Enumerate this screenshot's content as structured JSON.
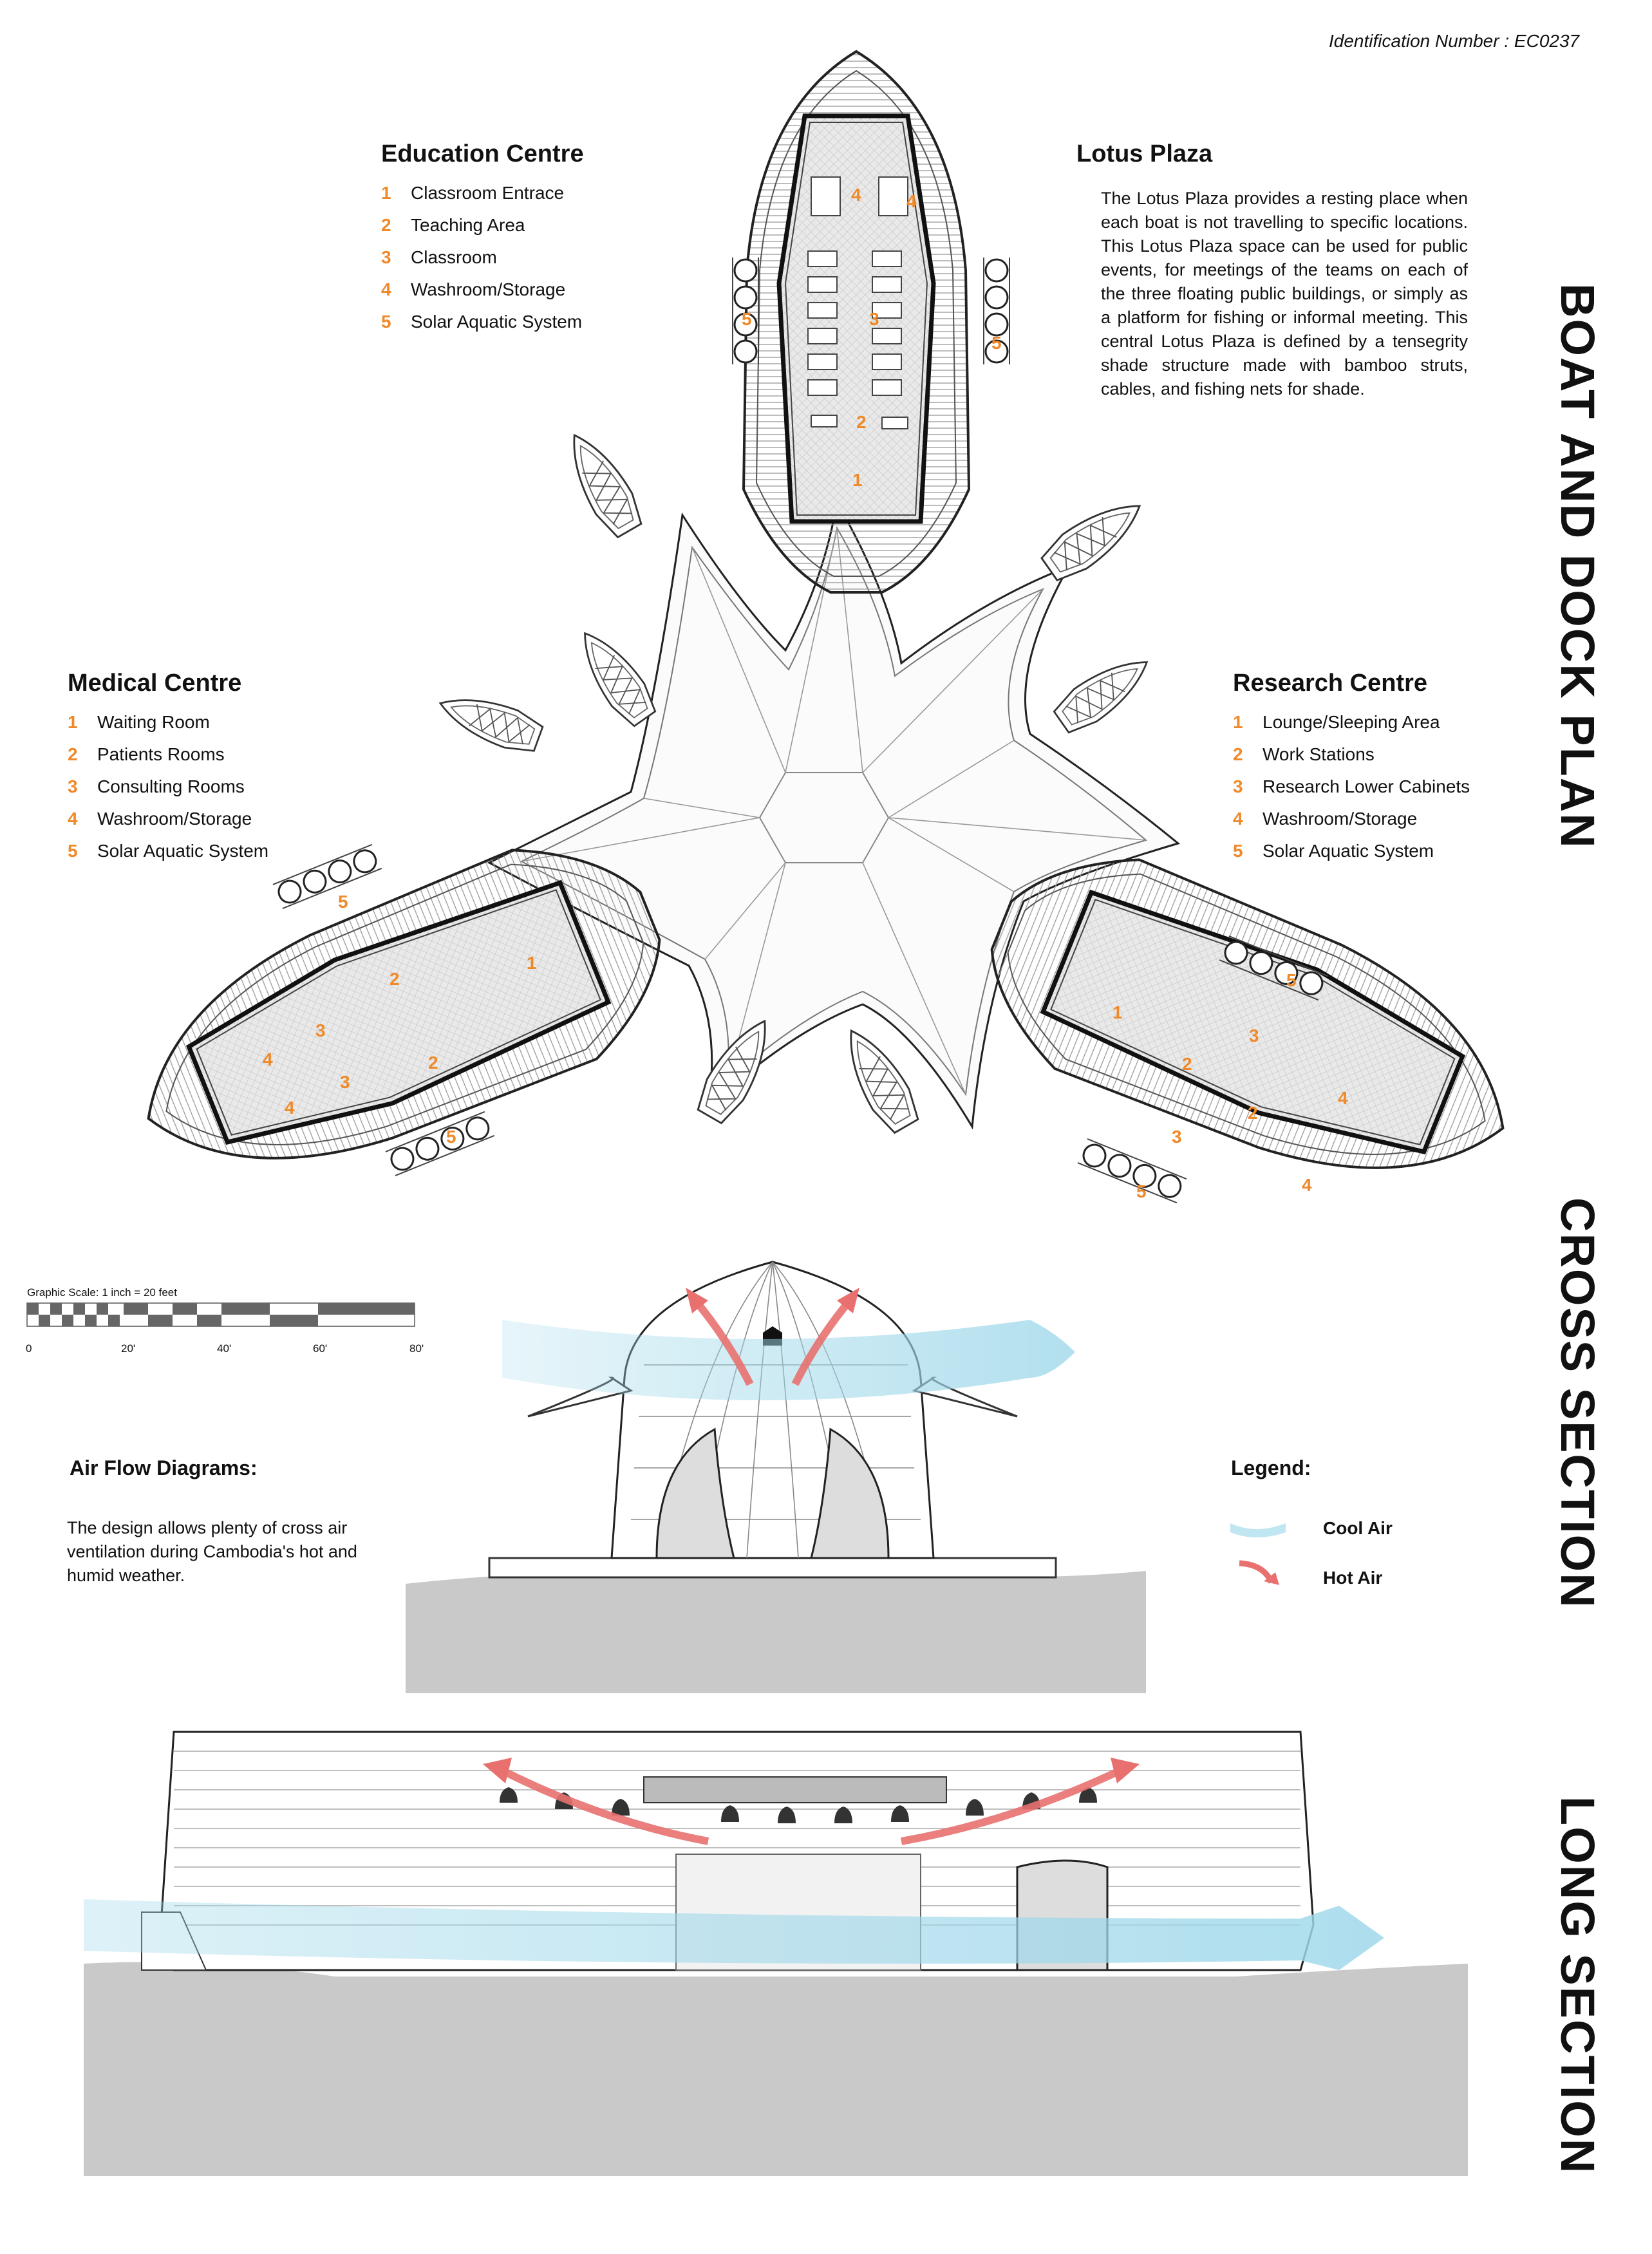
{
  "identification": "Identification Number : EC0237",
  "education": {
    "title": "Education Centre",
    "items": [
      {
        "num": "1",
        "label": "Classroom Entrace"
      },
      {
        "num": "2",
        "label": "Teaching Area"
      },
      {
        "num": "3",
        "label": "Classroom"
      },
      {
        "num": "4",
        "label": "Washroom/Storage"
      },
      {
        "num": "5",
        "label": "Solar Aquatic System"
      }
    ]
  },
  "lotus": {
    "title": "Lotus Plaza",
    "text": "The Lotus Plaza provides a resting place when each boat is not travelling to specific locations. This Lotus Plaza space can be used for public events, for meetings of the teams on each of the three floating public buildings, or simply as a platform for fishing or informal meeting. This central Lotus Plaza is defined by a tensegrity shade structure made with bamboo struts, cables, and fishing nets for shade."
  },
  "medical": {
    "title": "Medical Centre",
    "items": [
      {
        "num": "1",
        "label": "Waiting Room"
      },
      {
        "num": "2",
        "label": "Patients Rooms"
      },
      {
        "num": "3",
        "label": "Consulting Rooms"
      },
      {
        "num": "4",
        "label": "Washroom/Storage"
      },
      {
        "num": "5",
        "label": "Solar Aquatic System"
      }
    ]
  },
  "research": {
    "title": "Research Centre",
    "items": [
      {
        "num": "1",
        "label": "Lounge/Sleeping Area"
      },
      {
        "num": "2",
        "label": "Work Stations"
      },
      {
        "num": "3",
        "label": "Research Lower Cabinets"
      },
      {
        "num": "4",
        "label": "Washroom/Storage"
      },
      {
        "num": "5",
        "label": "Solar Aquatic System"
      }
    ]
  },
  "scale": {
    "label": "Graphic Scale: 1 inch = 20 feet",
    "ticks": [
      "0",
      "20'",
      "40'",
      "60'",
      "80'"
    ]
  },
  "airflow": {
    "title": "Air Flow Diagrams:",
    "text": "The design allows plenty of cross air ventilation during Cambodia's hot and humid weather."
  },
  "legend": {
    "title": "Legend:",
    "cool": "Cool Air",
    "hot": "Hot Air"
  },
  "plan_labels": {
    "education": [
      "4",
      "4",
      "3",
      "2",
      "1",
      "5",
      "5"
    ],
    "medical": [
      "1",
      "2",
      "2",
      "3",
      "3",
      "4",
      "4",
      "5",
      "5"
    ],
    "research": [
      "1",
      "2",
      "2",
      "3",
      "3",
      "4",
      "4",
      "5",
      "5"
    ]
  },
  "vertical_titles": {
    "plan": "BOAT AND DOCK PLAN",
    "cross": "CROSS SECTION",
    "long": "LONG SECTION"
  },
  "colors": {
    "accent_orange": "#ef8a2a",
    "cool_air": "#9fd8ea",
    "hot_air": "#e8716f",
    "water": "#c9c9c9"
  }
}
